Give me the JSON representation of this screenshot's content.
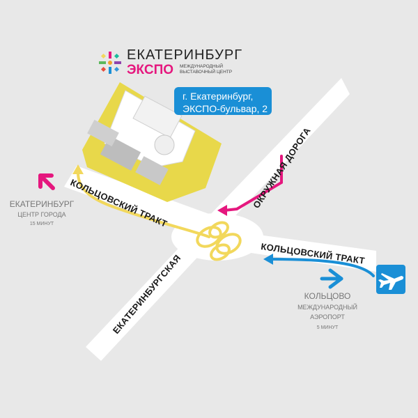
{
  "logo": {
    "title": "ЕКАТЕРИНБУРГ",
    "subtitle": "ЭКСПО",
    "tagline": "МЕЖДУНАРОДНЫЙ ВЫСТАВОЧНЫЙ ЦЕНТР"
  },
  "address": {
    "line1": "г. Екатеринбург,",
    "line2": "ЭКСПО-бульвар, 2"
  },
  "roads": {
    "koltsovsky_left": "КОЛЬЦОВСКИЙ ТРАКТ",
    "koltsovsky_right": "КОЛЬЦОВСКИЙ ТРАКТ",
    "okruzhnaya": "ОКРУЖНАЯ ДОРОГА",
    "ekaterinburgskaya": "ЕКАТЕРИНБУРГСКАЯ"
  },
  "destinations": {
    "city": {
      "name": "ЕКАТЕРИНБУРГ",
      "detail": "ЦЕНТР ГОРОДА",
      "time": "15 МИНУТ"
    },
    "airport": {
      "name": "КОЛЬЦОВО",
      "detail1": "МЕЖДУНАРОДНЫЙ",
      "detail2": "АЭРОПОРТ",
      "time": "5 МИНУТ"
    }
  },
  "colors": {
    "background": "#e8e8e8",
    "road": "#ffffff",
    "venue": "#e8d84a",
    "yellow_route": "#f2d85c",
    "magenta_route": "#e5177e",
    "blue_route": "#1a8fd6"
  },
  "icons": {
    "airport": "airplane-icon",
    "city_direction": "arrow-up-left-icon",
    "airport_direction": "arrow-right-icon"
  }
}
